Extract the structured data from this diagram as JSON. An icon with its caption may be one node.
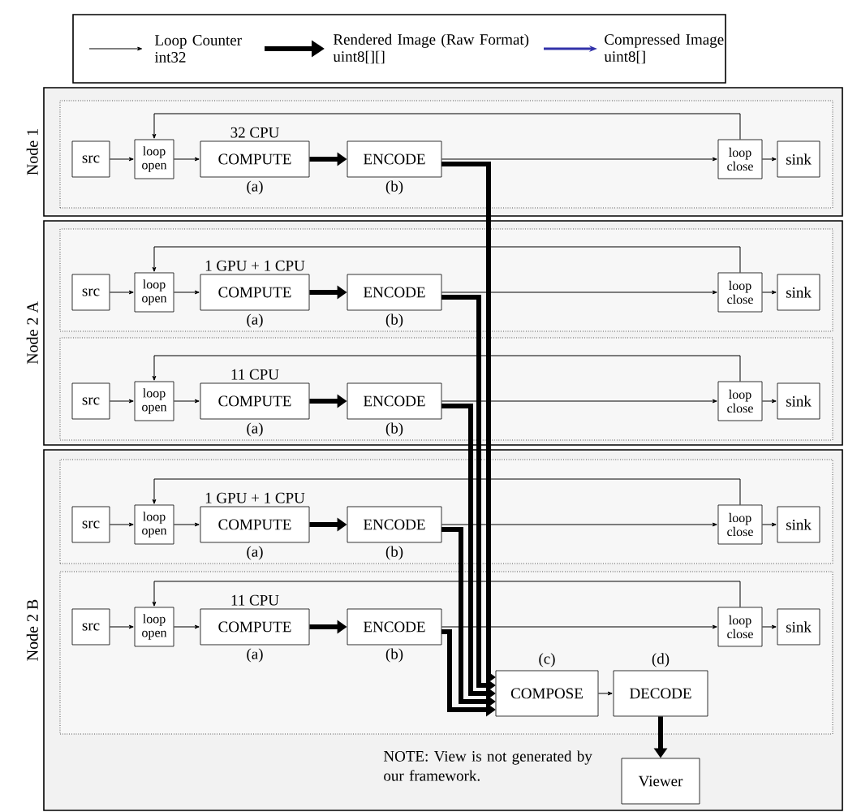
{
  "diagram": {
    "nodes": [
      {
        "text": [
          "Node 1"
        ]
      },
      {
        "text": [],
        "shape": "box",
        "in": 0
      },
      {
        "text": [
          "src"
        ],
        "in": 1
      },
      {
        "text": [
          "loop open"
        ],
        "in": 1
      },
      {
        "text": [
          "COMPUTE"
        ],
        "beside": [
          "32 CPU",
          "(a)"
        ],
        "in": 1
      },
      {
        "text": [
          "ENCODE"
        ],
        "beside": [
          "(b)"
        ],
        "in": 1
      },
      {
        "text": [
          "loop close"
        ],
        "in": 1
      },
      {
        "text": [
          "sink"
        ],
        "in": 1
      },
      {
        "text": [
          "Node 2 A"
        ]
      },
      {
        "text": [],
        "shape": "box",
        "in": 8
      },
      {
        "text": [
          "src"
        ],
        "in": 9
      },
      {
        "text": [
          "loop open"
        ],
        "in": 9
      },
      {
        "text": [
          "COMPUTE"
        ],
        "beside": [
          "1 GPU + 1 CPU",
          "(a)"
        ],
        "in": 9
      },
      {
        "text": [
          "ENCODE"
        ],
        "beside": [
          "(b)"
        ],
        "in": 9
      },
      {
        "text": [
          "loop close"
        ],
        "in": 9
      },
      {
        "text": [
          "sink"
        ],
        "in": 9
      },
      {
        "text": [],
        "shape": "box",
        "in": 8
      },
      {
        "text": [
          "src"
        ],
        "in": 16
      },
      {
        "text": [
          "loop open"
        ],
        "in": 16
      },
      {
        "text": [
          "COMPUTE"
        ],
        "beside": [
          "11 CPU",
          "(a)"
        ],
        "in": 16
      },
      {
        "text": [
          "ENCODE"
        ],
        "beside": [
          "(b)"
        ],
        "in": 16
      },
      {
        "text": [
          "loop close"
        ],
        "in": 16
      },
      {
        "text": [
          "sink"
        ],
        "in": 16
      },
      {
        "text": [
          "Node 2 B"
        ]
      },
      {
        "text": [],
        "shape": "box",
        "in": 23
      },
      {
        "text": [
          "src"
        ],
        "in": 24
      },
      {
        "text": [
          "loop open"
        ],
        "in": 24
      },
      {
        "text": [
          "COMPUTE"
        ],
        "beside": [
          "1 GPU + 1 CPU",
          "(a)"
        ],
        "in": 24
      },
      {
        "text": [
          "ENCODE"
        ],
        "beside": [
          "(b)"
        ],
        "in": 24
      },
      {
        "text": [
          "loop close"
        ],
        "in": 24
      },
      {
        "text": [
          "sink"
        ],
        "in": 24
      },
      {
        "text": [],
        "shape": "box",
        "in": 23
      },
      {
        "text": [
          "src"
        ],
        "in": 31
      },
      {
        "text": [
          "loop open"
        ],
        "in": 31
      },
      {
        "text": [
          "COMPUTE"
        ],
        "beside": [
          "11 CPU",
          "(a)"
        ],
        "in": 31
      },
      {
        "text": [
          "ENCODE"
        ],
        "beside": [
          "(b)"
        ],
        "in": 31
      },
      {
        "text": [
          "loop close"
        ],
        "in": 31
      },
      {
        "text": [
          "sink"
        ],
        "in": 31
      },
      {
        "text": [
          "COMPOSE"
        ],
        "beside": [
          "(c)"
        ],
        "in": 31
      },
      {
        "text": [
          "DECODE"
        ],
        "beside": [
          "(d)"
        ],
        "in": 31
      },
      {
        "text": [
          "Viewer"
        ],
        "in": 23
      }
    ],
    "edges": [
      {
        "from": 2,
        "to": 3,
        "arrow": "to"
      },
      {
        "from": 3,
        "to": 4,
        "arrow": "to"
      },
      {
        "from": 4,
        "to": 5,
        "arrow": "to",
        "style": "thick"
      },
      {
        "from": 5,
        "to": 6,
        "arrow": "to"
      },
      {
        "from": 6,
        "to": 7,
        "arrow": "to"
      },
      {
        "from": 6,
        "to": 3,
        "arrow": "to"
      },
      {
        "from": 5,
        "to": 38,
        "arrow": "to",
        "style": "thick"
      },
      {
        "from": 10,
        "to": 11,
        "arrow": "to"
      },
      {
        "from": 11,
        "to": 12,
        "arrow": "to"
      },
      {
        "from": 12,
        "to": 13,
        "arrow": "to",
        "style": "thick"
      },
      {
        "from": 13,
        "to": 14,
        "arrow": "to"
      },
      {
        "from": 14,
        "to": 15,
        "arrow": "to"
      },
      {
        "from": 14,
        "to": 11,
        "arrow": "to"
      },
      {
        "from": 13,
        "to": 38,
        "arrow": "to",
        "style": "thick"
      },
      {
        "from": 17,
        "to": 18,
        "arrow": "to"
      },
      {
        "from": 18,
        "to": 19,
        "arrow": "to"
      },
      {
        "from": 19,
        "to": 20,
        "arrow": "to",
        "style": "thick"
      },
      {
        "from": 20,
        "to": 21,
        "arrow": "to"
      },
      {
        "from": 21,
        "to": 22,
        "arrow": "to"
      },
      {
        "from": 21,
        "to": 18,
        "arrow": "to"
      },
      {
        "from": 20,
        "to": 38,
        "arrow": "to",
        "style": "thick"
      },
      {
        "from": 25,
        "to": 26,
        "arrow": "to"
      },
      {
        "from": 26,
        "to": 27,
        "arrow": "to"
      },
      {
        "from": 27,
        "to": 28,
        "arrow": "to",
        "style": "thick"
      },
      {
        "from": 28,
        "to": 29,
        "arrow": "to"
      },
      {
        "from": 29,
        "to": 30,
        "arrow": "to"
      },
      {
        "from": 29,
        "to": 26,
        "arrow": "to"
      },
      {
        "from": 28,
        "to": 38,
        "arrow": "to",
        "style": "thick"
      },
      {
        "from": 32,
        "to": 33,
        "arrow": "to"
      },
      {
        "from": 33,
        "to": 34,
        "arrow": "to"
      },
      {
        "from": 34,
        "to": 35,
        "arrow": "to",
        "style": "thick"
      },
      {
        "from": 35,
        "to": 36,
        "arrow": "to"
      },
      {
        "from": 36,
        "to": 37,
        "arrow": "to"
      },
      {
        "from": 36,
        "to": 33,
        "arrow": "to"
      },
      {
        "from": 35,
        "to": 38,
        "arrow": "to",
        "style": "thick"
      },
      {
        "from": 38,
        "to": 39,
        "arrow": "to"
      },
      {
        "from": 39,
        "to": 40,
        "arrow": "to",
        "style": "thick"
      }
    ],
    "labels": [
      "NOTE: View is not generated by our framework."
    ],
    "legend": [
      {
        "text": "Loop Counter int32"
      },
      {
        "text": "Rendered Image (Raw Format) uint8[][]"
      },
      {
        "text": "Compressed Image uint8[]"
      }
    ]
  }
}
